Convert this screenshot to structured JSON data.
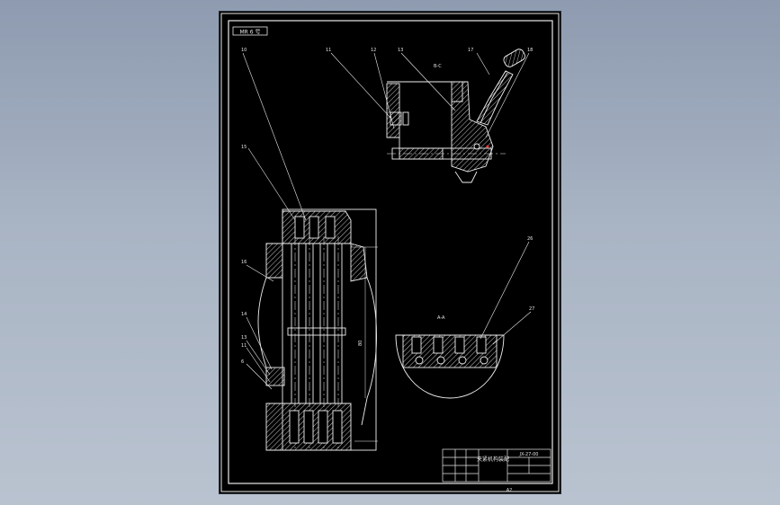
{
  "drawing": {
    "stamp_label": "MR 6 号",
    "top_view_label": "B-C",
    "bottom_view_label": "A-A",
    "top_callouts": [
      "11",
      "12",
      "13",
      "17",
      "18"
    ],
    "left_callouts": [
      "10",
      "15",
      "16",
      "14",
      "13",
      "11",
      "6"
    ],
    "right_callouts": [
      "26",
      "27"
    ],
    "dimension_text": "80",
    "title_block": {
      "title": "夹紧机构装配",
      "code": "JX-27-00",
      "sheet_ref": "A2"
    },
    "colors": {
      "background": "#000000",
      "lines": "#f2f2f2",
      "hatch": "#dcdcdc",
      "accent": "#ff3030",
      "workspace": "#a3aebe"
    }
  }
}
